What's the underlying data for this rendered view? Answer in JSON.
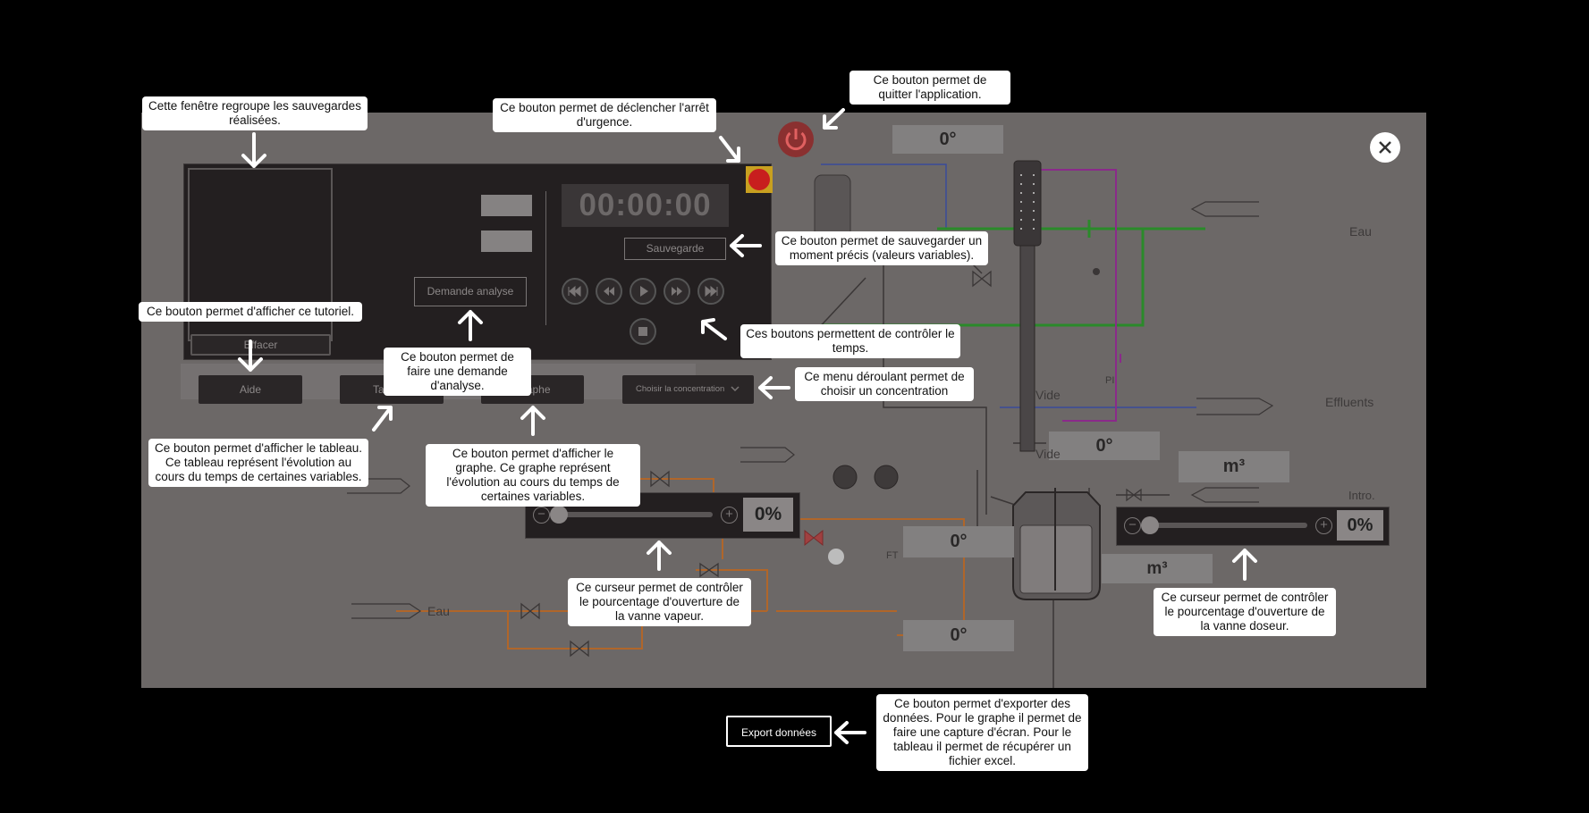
{
  "simulation": {
    "timer": "00:00:00",
    "save_button": "Sauvegarde",
    "analysis_button": "Demande analyse",
    "erase_button": "Effacer",
    "bottom_buttons": {
      "help": "Aide",
      "table": "Tableau",
      "graph": "Graphe",
      "concentration": "Choisir la concentration"
    },
    "temperature_displays": [
      "0°",
      "0°",
      "0°",
      "0°"
    ],
    "volume_displays": [
      "m³",
      "m³"
    ],
    "labels": {
      "eau_right": "Eau",
      "effluents": "Effluents",
      "intro": "Intro.",
      "vide1": "Vide",
      "vide2": "Vide",
      "pi": "PI",
      "ft": "FT",
      "eau_left": "Eau"
    },
    "steam_slider": {
      "value_text": "0%",
      "level": 0
    },
    "doser_slider": {
      "value_text": "0%",
      "level": 0
    }
  },
  "export_button": "Export données",
  "tooltips": {
    "saves": "Cette fenêtre regroupe les sauvegardes réalisées.",
    "emergency": "Ce bouton permet de déclencher l'arrêt d'urgence.",
    "quit": "Ce bouton permet de quitter l'application.",
    "save": "Ce bouton permet de sauvegarder un moment précis (valeurs variables).",
    "time": "Ces boutons permettent de contrôler le temps.",
    "concentration": "Ce menu déroulant permet de choisir un concentration",
    "help": "Ce bouton permet d'afficher ce tutoriel.",
    "analysis": "Ce bouton permet de faire une demande d'analyse.",
    "table": "Ce bouton permet d'afficher le tableau. Ce tableau représent l'évolution au cours du temps de certaines variables.",
    "graph": "Ce bouton permet d'afficher le graphe. Ce graphe représent l'évolution au cours du temps de certaines variables.",
    "steam": "Ce curseur permet de contrôler le pourcentage d'ouverture de la vanne vapeur.",
    "doser": "Ce curseur permet de contrôler le pourcentage d'ouverture de la vanne doseur.",
    "export": "Ce bouton permet d'exporter des données. Pour le graphe il permet de faire une capture d'écran. Pour le tableau il permet de récupérer un fichier excel."
  },
  "icons": [
    "power-icon",
    "close-icon",
    "rewind-fast-icon",
    "rewind-icon",
    "play-icon",
    "forward-icon",
    "forward-fast-icon",
    "stop-icon",
    "chevron-down-icon",
    "emergency-stop-icon"
  ],
  "colors": {
    "background": "#000000",
    "simulation_bg": "#6c6867",
    "panel": "#231f20",
    "water_pipe": "#3a4a9a",
    "green_pipe": "#2a8a2a",
    "purple_pipe": "#8a2a8a",
    "orange_pipe": "#b0662a",
    "emergency_red": "#c81e1e",
    "power_red": "#c03030"
  }
}
